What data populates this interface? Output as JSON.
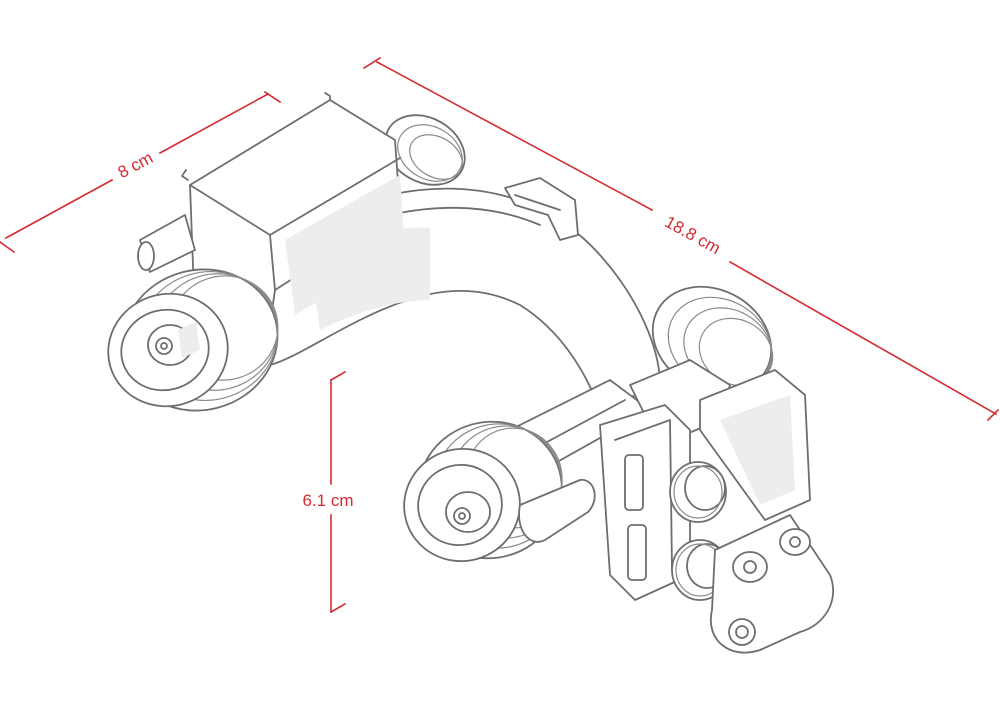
{
  "colors": {
    "dimension": "#d42a32",
    "outline": "#6e6e6e",
    "shade": "#ededed"
  },
  "dimensions": {
    "width_label": "8 cm",
    "length_label": "18.8 cm",
    "height_label": "6.1 cm"
  },
  "illustration": {
    "icon": "follow-focus-device-icon"
  }
}
